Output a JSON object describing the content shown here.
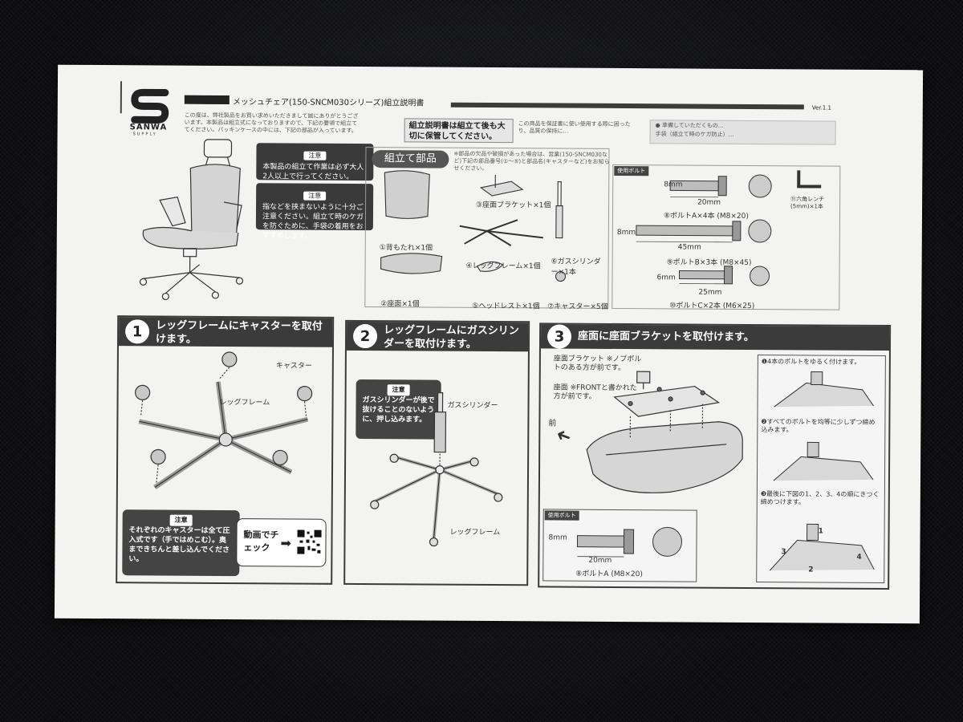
{
  "header": {
    "brand": "SANWA",
    "brand_sub": "SUPPLY",
    "title": "メッシュチェア(150-SNCM030シリーズ)組立説明書",
    "version": "Ver.1.1",
    "intro_text": "この度は、弊社製品をお買い求めいただきまして誠にありがとうございます。本製品は組立式になっておりますので、下記の要領で組立ててください。パッキンケースの中には、下記の部品が入っています。",
    "keep_notice": "組立説明書は組立て後も大切に保管してください。",
    "keep_detail": "この商品を保証書に使い使用する際に困ったり、品質の保持に…",
    "right_note_1": "● 準備していただくもの…",
    "right_note_2": "手袋（組立て時のケガ防止）…"
  },
  "cautions": [
    {
      "tag": "注意",
      "text": "本製品の組立て作業は必ず大人2人以上で行ってください。"
    },
    {
      "tag": "注意",
      "text": "指などを挟まないように十分ご注意ください。組立て時のケガを防ぐために、手袋の着用をおすすめします。"
    }
  ],
  "parts": {
    "heading": "組立て部品",
    "note": "※部品の欠品や破損があった場合は、営業(150-SNCM030など)下記の部品番号(①〜⑤)と部品名(キャスターなど)をお知らせください。",
    "items": [
      {
        "label": "①背もたれ×1個"
      },
      {
        "label": "②座面×1個"
      },
      {
        "label": "③座面ブラケット×1個"
      },
      {
        "label": "④レッグフレーム×1個"
      },
      {
        "label": "⑤ヘッドレスト×1個"
      },
      {
        "label": "⑥ガスシリンダー×1本"
      },
      {
        "label": "⑦キャスター×5個"
      }
    ],
    "bolt_tag": "使用ボルト",
    "bolts": [
      {
        "dia": "8mm",
        "len": "20mm",
        "label": "⑧ボルトA×4本 (M8×20)"
      },
      {
        "dia": "8mm",
        "len": "45mm",
        "label": "⑨ボルトB×3本 (M8×45)"
      },
      {
        "dia": "6mm",
        "len": "25mm",
        "label": "⑩ボルトC×2本 (M6×25)"
      }
    ],
    "wrench_label": "⑪六角レンチ(5mm)×1本"
  },
  "steps": [
    {
      "number": "1",
      "title": "レッグフレームにキャスターを取付けます。",
      "labels": [
        "キャスター",
        "レッグフレーム"
      ],
      "warning_tag": "注意",
      "warning": "それぞれのキャスターは全て圧入式です（手ではめこむ）。奥まできちんと差し込んでください。",
      "video_label": "動画でチェック"
    },
    {
      "number": "2",
      "title": "レッグフレームにガスシリンダーを取付けます。",
      "labels": [
        "ガスシリンダー",
        "レッグフレーム"
      ],
      "warning_tag": "注意",
      "warning": "ガスシリンダーが後で抜けることのないように、押し込みます。"
    },
    {
      "number": "3",
      "title": "座面に座面ブラケットを取付けます。",
      "labels": [
        "座面ブラケット ※ノブボルトのある方が前です。",
        "座面 ※FRONTと書かれた方が前です。",
        "前"
      ],
      "bolt_tag": "使用ボルト",
      "bolt": {
        "dia": "8mm",
        "len": "20mm",
        "label": "⑧ボルトA (M8×20)"
      },
      "substeps": [
        "❶4本のボルトをゆるく付けます。",
        "❷すべてのボルトを均等に少しずつ締め込みます。",
        "❸最後に下図の1、2、3、4の順にきつく締めつけます。"
      ],
      "order_numbers": [
        "1",
        "2",
        "3",
        "4"
      ]
    }
  ]
}
